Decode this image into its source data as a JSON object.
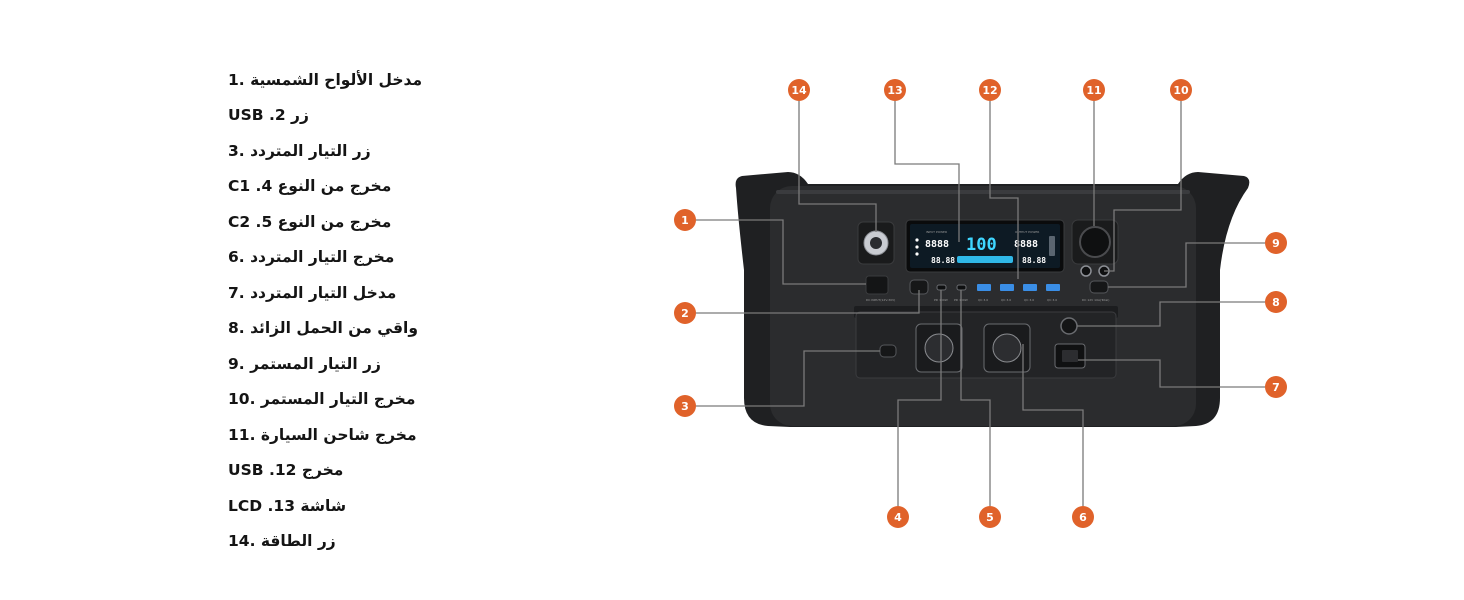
{
  "legend_items": [
    {
      "number": "1",
      "text": "مدخل الألواح الشمسية .1"
    },
    {
      "number": "2",
      "text": "زر USB .2"
    },
    {
      "number": "3",
      "text": "زر التيار المتردد .3"
    },
    {
      "number": "4",
      "text": "مخرج من النوع C1 .4"
    },
    {
      "number": "5",
      "text": "مخرج من النوع C2 .5"
    },
    {
      "number": "6",
      "text": "مخرج التيار المتردد .6"
    },
    {
      "number": "7",
      "text": "مدخل التيار المتردد .7"
    },
    {
      "number": "8",
      "text": "واقي من الحمل الزائد .8"
    },
    {
      "number": "9",
      "text": "زر التيار المستمر .9"
    },
    {
      "number": "10",
      "text": "مخرج التيار المستمر .10"
    },
    {
      "number": "11",
      "text": "مخرج شاحن السيارة .11"
    },
    {
      "number": "12",
      "text": "مخرج USB .12"
    },
    {
      "number": "13",
      "text": "شاشة LCD .13"
    },
    {
      "number": "14",
      "text": "زر الطاقة .14"
    }
  ],
  "callouts": {
    "c1": "1",
    "c2": "2",
    "c3": "3",
    "c4": "4",
    "c5": "5",
    "c6": "6",
    "c7": "7",
    "c8": "8",
    "c9": "9",
    "c10": "10",
    "c11": "11",
    "c12": "12",
    "c13": "13",
    "c14": "14"
  },
  "lcd": {
    "input_label": "INPUT POWER",
    "output_label": "OUTPUT POWER",
    "input_value": "8888",
    "percent": "100",
    "output_value": "8888",
    "time_left": "88.88",
    "time_right": "88.88"
  },
  "panel_labels": {
    "dc_input": "DC INPUT(12V-30V)",
    "pd1": "PD 100W",
    "pd2": "PD 100W",
    "qc1": "QC 3.0",
    "qc2": "QC 3.0",
    "qc3": "QC 3.0",
    "qc4": "QC 3.0",
    "dc_out": "DC 12V 10A(Total)"
  },
  "colors": {
    "accent": "#e0622a",
    "body": "#2a2b2d",
    "lcd_cyan": "#3fd6ff",
    "usb_blue": "#3a8ee6",
    "leader": "#7a7a7a"
  }
}
